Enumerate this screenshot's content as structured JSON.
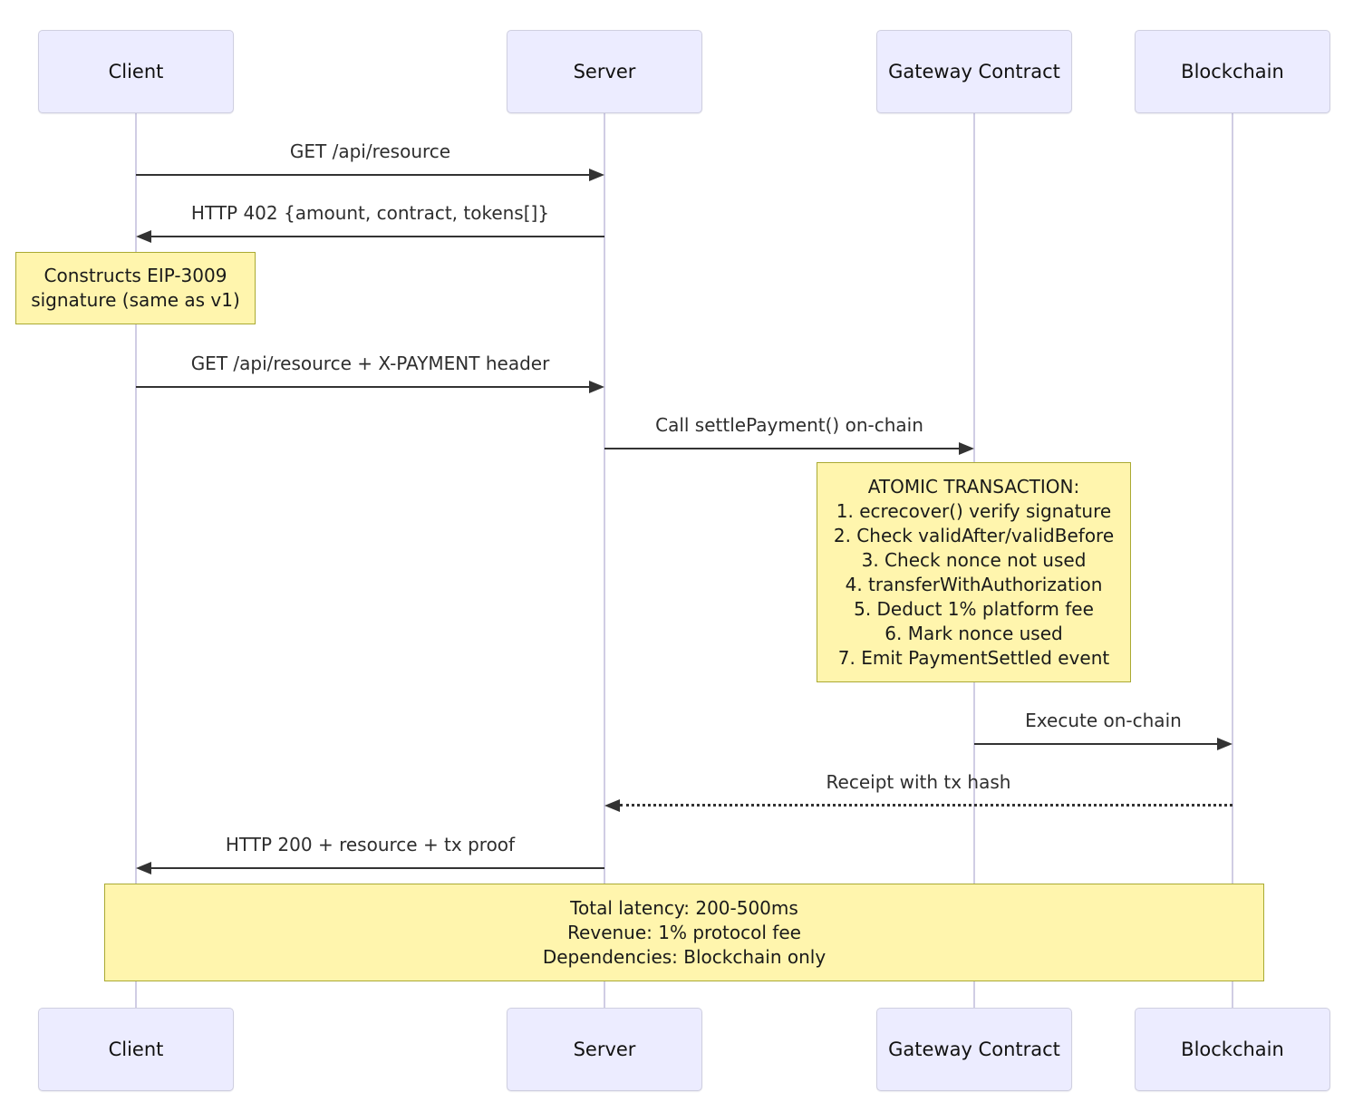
{
  "diagram": {
    "type": "sequence",
    "participants": [
      {
        "id": "client",
        "label": "Client"
      },
      {
        "id": "server",
        "label": "Server"
      },
      {
        "id": "gateway",
        "label": "Gateway Contract"
      },
      {
        "id": "blockchain",
        "label": "Blockchain"
      }
    ],
    "messages": [
      {
        "from": "client",
        "to": "server",
        "style": "solid",
        "label": "GET /api/resource"
      },
      {
        "from": "server",
        "to": "client",
        "style": "solid",
        "label": "HTTP 402 {amount, contract, tokens[]}"
      },
      {
        "from": "client",
        "to": "server",
        "style": "solid",
        "label": "GET /api/resource + X-PAYMENT header"
      },
      {
        "from": "server",
        "to": "gateway",
        "style": "solid",
        "label": "Call settlePayment() on-chain"
      },
      {
        "from": "gateway",
        "to": "blockchain",
        "style": "solid",
        "label": "Execute on-chain"
      },
      {
        "from": "blockchain",
        "to": "server",
        "style": "dotted",
        "label": "Receipt with tx hash"
      },
      {
        "from": "server",
        "to": "client",
        "style": "solid",
        "label": "HTTP 200 + resource + tx proof"
      }
    ],
    "notes": [
      {
        "over": "client",
        "lines": [
          "Constructs EIP-3009",
          "signature (same as v1)"
        ]
      },
      {
        "over": "gateway",
        "lines": [
          "ATOMIC TRANSACTION:",
          "1. ecrecover() verify signature",
          "2. Check validAfter/validBefore",
          "3. Check nonce not used",
          "4. transferWithAuthorization",
          "5. Deduct 1% platform fee",
          "6. Mark nonce used",
          "7. Emit PaymentSettled event"
        ]
      },
      {
        "over": "all",
        "lines": [
          "Total latency: 200-500ms",
          "Revenue: 1% protocol fee",
          "Dependencies: Blockchain only"
        ]
      }
    ],
    "colors": {
      "actor_fill": "#ececff",
      "actor_border": "#cfcfe0",
      "note_fill": "#fff5ad",
      "note_border": "#aaaa33",
      "lifeline": "#d0cde4",
      "arrow": "#333333"
    }
  }
}
